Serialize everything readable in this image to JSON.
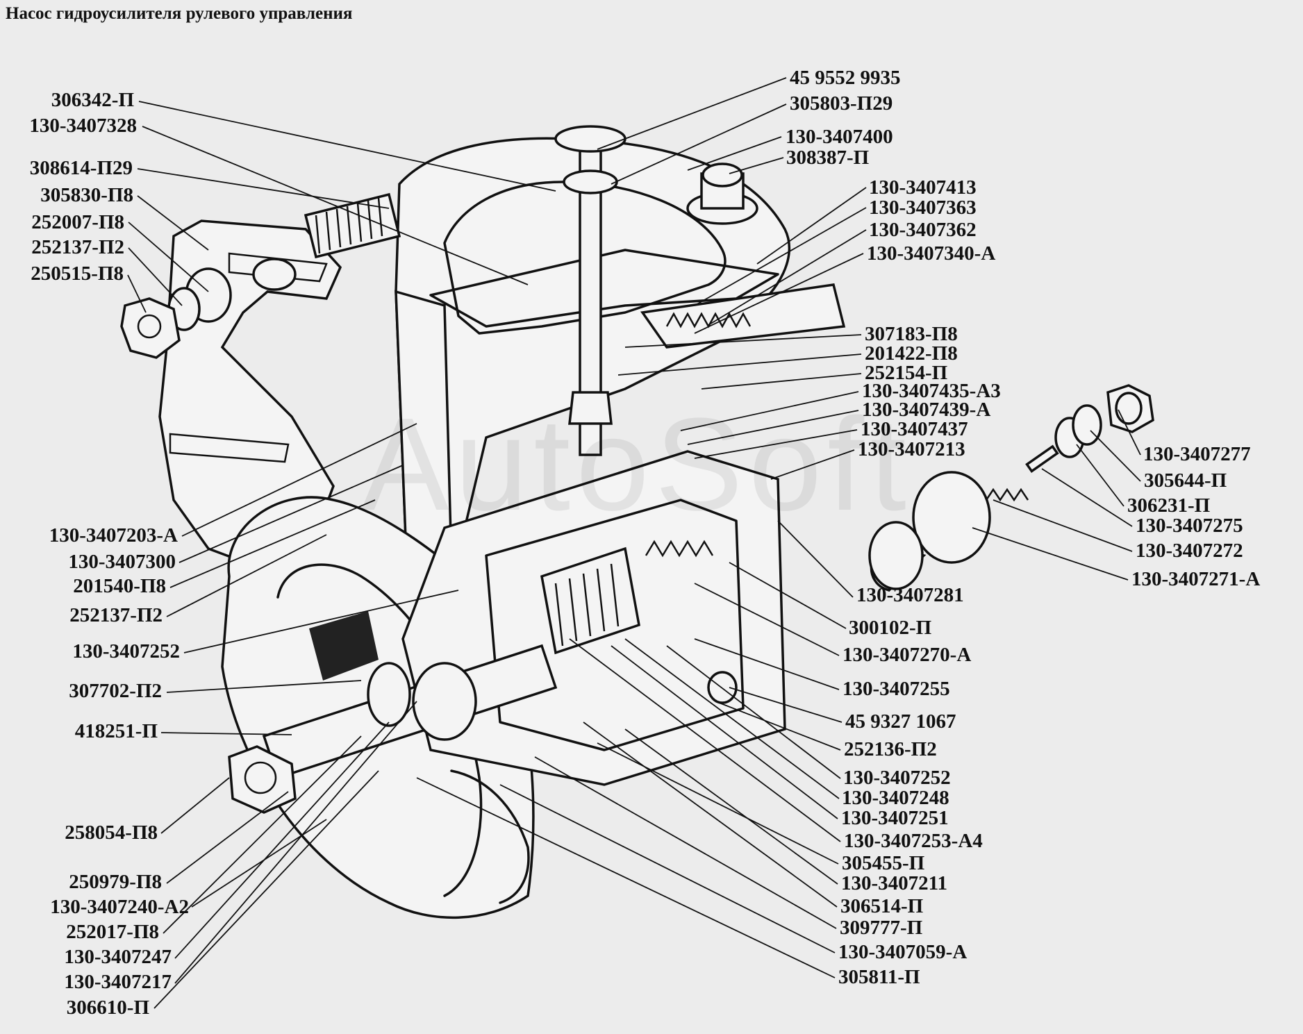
{
  "title": "Насос гидроусилителя рулевого управления",
  "watermark": "AutoSoft",
  "labels_left": [
    "306342-П",
    "130-3407328",
    "308614-П29",
    "305830-П8",
    "252007-П8",
    "252137-П2",
    "250515-П8",
    "130-3407203-А",
    "130-3407300",
    "201540-П8",
    "252137-П2",
    "130-3407252",
    "307702-П2",
    "418251-П",
    "258054-П8",
    "250979-П8",
    "130-3407240-А2",
    "252017-П8",
    "130-3407247",
    "130-3407217",
    "306610-П"
  ],
  "labels_right_top": [
    "45 9552 9935",
    "305803-П29",
    "130-3407400",
    "308387-П",
    "130-3407413",
    "130-3407363",
    "130-3407362",
    "130-3407340-А"
  ],
  "labels_right_mid": [
    "307183-П8",
    "201422-П8",
    "252154-П",
    "130-3407435-А3",
    "130-3407439-А",
    "130-3407437",
    "130-3407213"
  ],
  "labels_valve": [
    "130-3407277",
    "305644-П",
    "306231-П",
    "130-3407275",
    "130-3407272",
    "130-3407271-А",
    "130-3407281"
  ],
  "labels_right_bottom": [
    "300102-П",
    "130-3407270-А",
    "130-3407255",
    "45 9327 1067",
    "252136-П2",
    "130-3407252",
    "130-3407248",
    "130-3407251",
    "130-3407253-А4",
    "305455-П",
    "130-3407211",
    "306514-П",
    "309777-П",
    "130-3407059-А",
    "305811-П"
  ]
}
